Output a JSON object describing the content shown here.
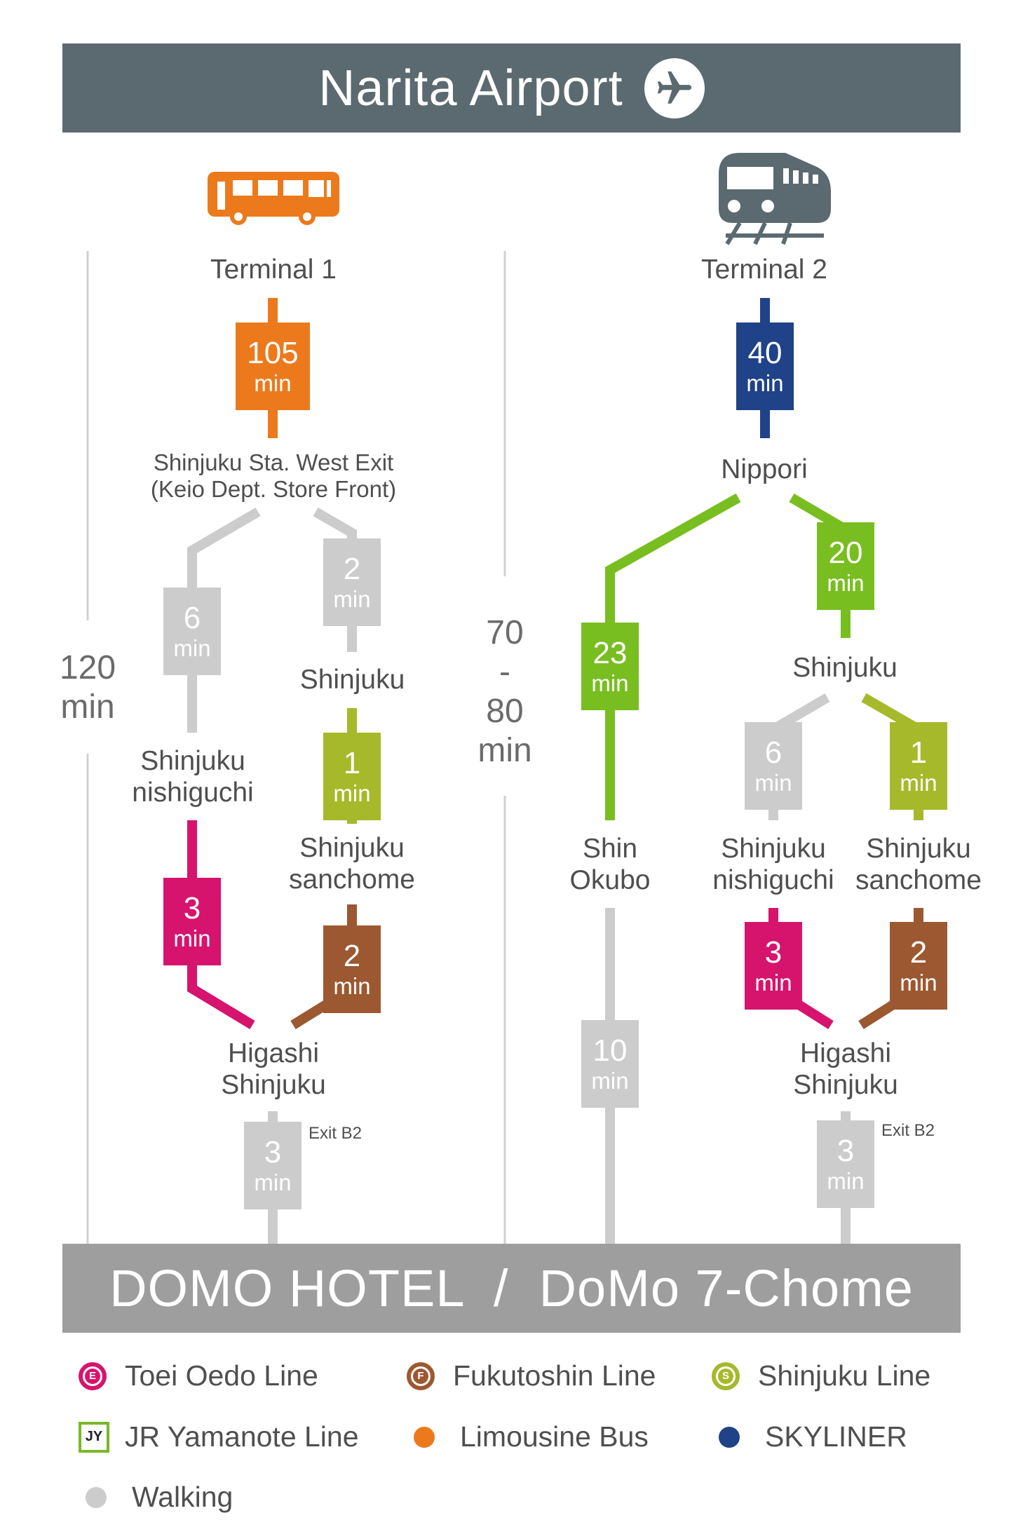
{
  "header": {
    "title": "Narita Airport",
    "icon": "airplane-icon"
  },
  "colors": {
    "bus": "#ec7a1c",
    "skyliner": "#1f4288",
    "yamanote": "#78be20",
    "shinjuku_line": "#a6b92b",
    "oedo": "#d6136d",
    "fukutoshin": "#9c5830",
    "walking": "#cccccc",
    "header_bg": "#5b6a70",
    "footer_bg": "#9e9e9e"
  },
  "bus_route": {
    "icon": "bus-icon",
    "origin": "Terminal 1",
    "leg1": {
      "num": "105",
      "unit": "min"
    },
    "stop1_line1": "Shinjuku Sta. West Exit",
    "stop1_line2": "(Keio Dept. Store Front)",
    "walk_left": {
      "num": "6",
      "unit": "min"
    },
    "walk_right": {
      "num": "2",
      "unit": "min"
    },
    "shinjuku": "Shinjuku",
    "nishiguchi_1": "Shinjuku",
    "nishiguchi_2": "nishiguchi",
    "shinjuku_line": {
      "num": "1",
      "unit": "min"
    },
    "sanchome_1": "Shinjuku",
    "sanchome_2": "sanchome",
    "oedo": {
      "num": "3",
      "unit": "min"
    },
    "fukutoshin": {
      "num": "2",
      "unit": "min"
    },
    "higashi_1": "Higashi",
    "higashi_2": "Shinjuku",
    "exit": "Exit B2",
    "walk_final": {
      "num": "3",
      "unit": "min"
    },
    "total_1": "120",
    "total_2": "min"
  },
  "train_route": {
    "icon": "train-icon",
    "origin": "Terminal 2",
    "leg1": {
      "num": "40",
      "unit": "min"
    },
    "nippori": "Nippori",
    "yamanote_left": {
      "num": "23",
      "unit": "min"
    },
    "yamanote_right": {
      "num": "20",
      "unit": "min"
    },
    "shinjuku": "Shinjuku",
    "okubo_1": "Shin",
    "okubo_2": "Okubo",
    "walk_okubo": {
      "num": "10",
      "unit": "min"
    },
    "walk_left": {
      "num": "6",
      "unit": "min"
    },
    "shinjuku_line": {
      "num": "1",
      "unit": "min"
    },
    "nishiguchi_1": "Shinjuku",
    "nishiguchi_2": "nishiguchi",
    "sanchome_1": "Shinjuku",
    "sanchome_2": "sanchome",
    "oedo": {
      "num": "3",
      "unit": "min"
    },
    "fukutoshin": {
      "num": "2",
      "unit": "min"
    },
    "higashi_1": "Higashi",
    "higashi_2": "Shinjuku",
    "exit": "Exit B2",
    "walk_final": {
      "num": "3",
      "unit": "min"
    },
    "total_1": "70",
    "total_2": "-",
    "total_3": "80",
    "total_4": "min"
  },
  "footer": {
    "title": "DOMO HOTEL  /  DoMo 7-Chome"
  },
  "legend": {
    "oedo": {
      "badge": "E",
      "label": "Toei Oedo Line"
    },
    "fukutoshin": {
      "badge": "F",
      "label": "Fukutoshin Line"
    },
    "shinjuku": {
      "badge": "S",
      "label": "Shinjuku Line"
    },
    "yamanote": {
      "badge": "JY",
      "label": "JR Yamanote Line"
    },
    "bus": {
      "label": "Limousine Bus"
    },
    "skyliner": {
      "label": "SKYLINER"
    },
    "walking": {
      "label": "Walking"
    }
  }
}
